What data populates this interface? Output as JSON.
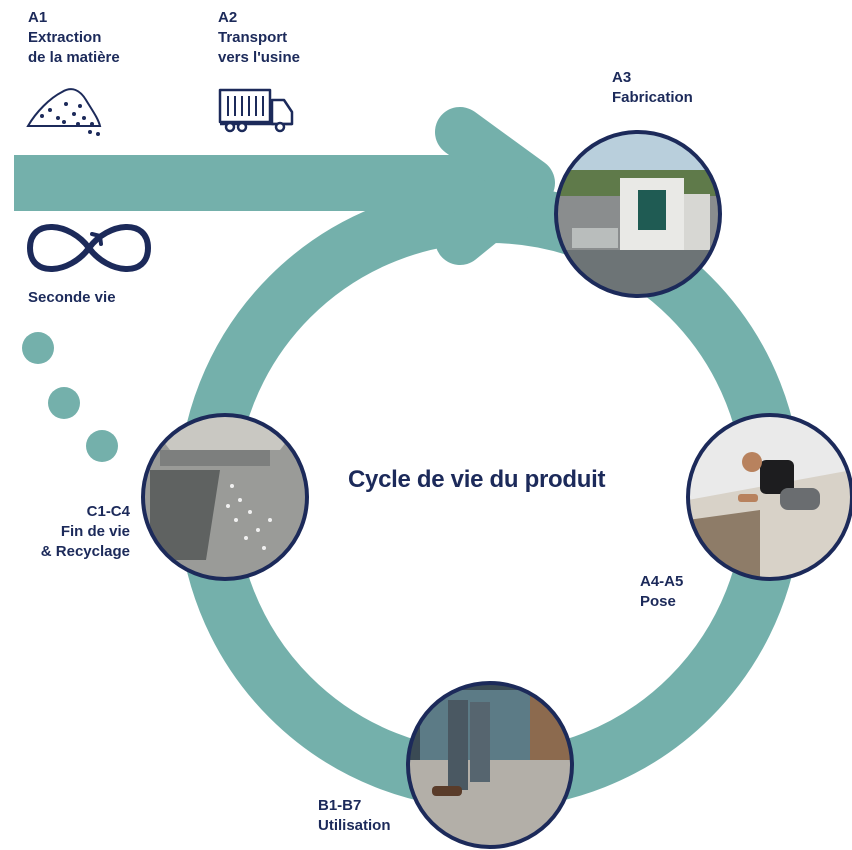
{
  "title": "Cycle de vie du produit",
  "colors": {
    "accent": "#74b0ab",
    "text": "#1c2a5a",
    "icon": "#1c2a5a",
    "photo_border": "#1c2a5a"
  },
  "stages": {
    "a1": {
      "code": "A1",
      "line1": "Extraction",
      "line2": "de la matière",
      "icon": "sand-pile-icon"
    },
    "a2": {
      "code": "A2",
      "line1": "Transport",
      "line2": "vers l'usine",
      "icon": "truck-icon"
    },
    "a3": {
      "code": "A3",
      "line1": "Fabrication",
      "photo": "factory-photo"
    },
    "a4": {
      "code": "A4-A5",
      "line1": "Pose",
      "photo": "installation-photo"
    },
    "b": {
      "code": "B1-B7",
      "line1": "Utilisation",
      "photo": "usage-photo"
    },
    "c": {
      "code": "C1-C4",
      "line1": "Fin de vie",
      "line2": "& Recyclage",
      "photo": "recycling-photo"
    },
    "second_life": {
      "label": "Seconde vie",
      "icon": "infinity-loop-icon"
    }
  }
}
